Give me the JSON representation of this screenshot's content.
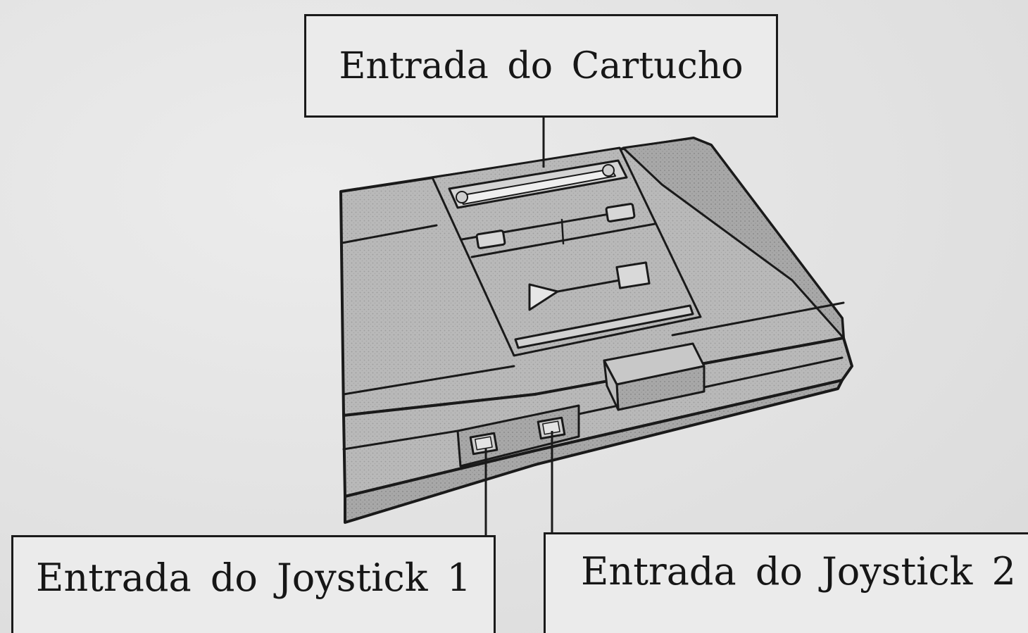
{
  "labels": {
    "cartridge_slot": "Entrada do Cartucho",
    "joystick_1": "Entrada do Joystick 1",
    "joystick_2": "Entrada do Joystick 2"
  },
  "colors": {
    "background": "#e4e4e4",
    "console_body": "#b8b8b8",
    "console_shade": "#a4a4a4",
    "outline": "#1a1a1a"
  },
  "icons": {
    "console": "game-console-illustration",
    "cartridge_slot": "cartridge-slot-icon",
    "joystick_port": "joystick-port-icon"
  }
}
